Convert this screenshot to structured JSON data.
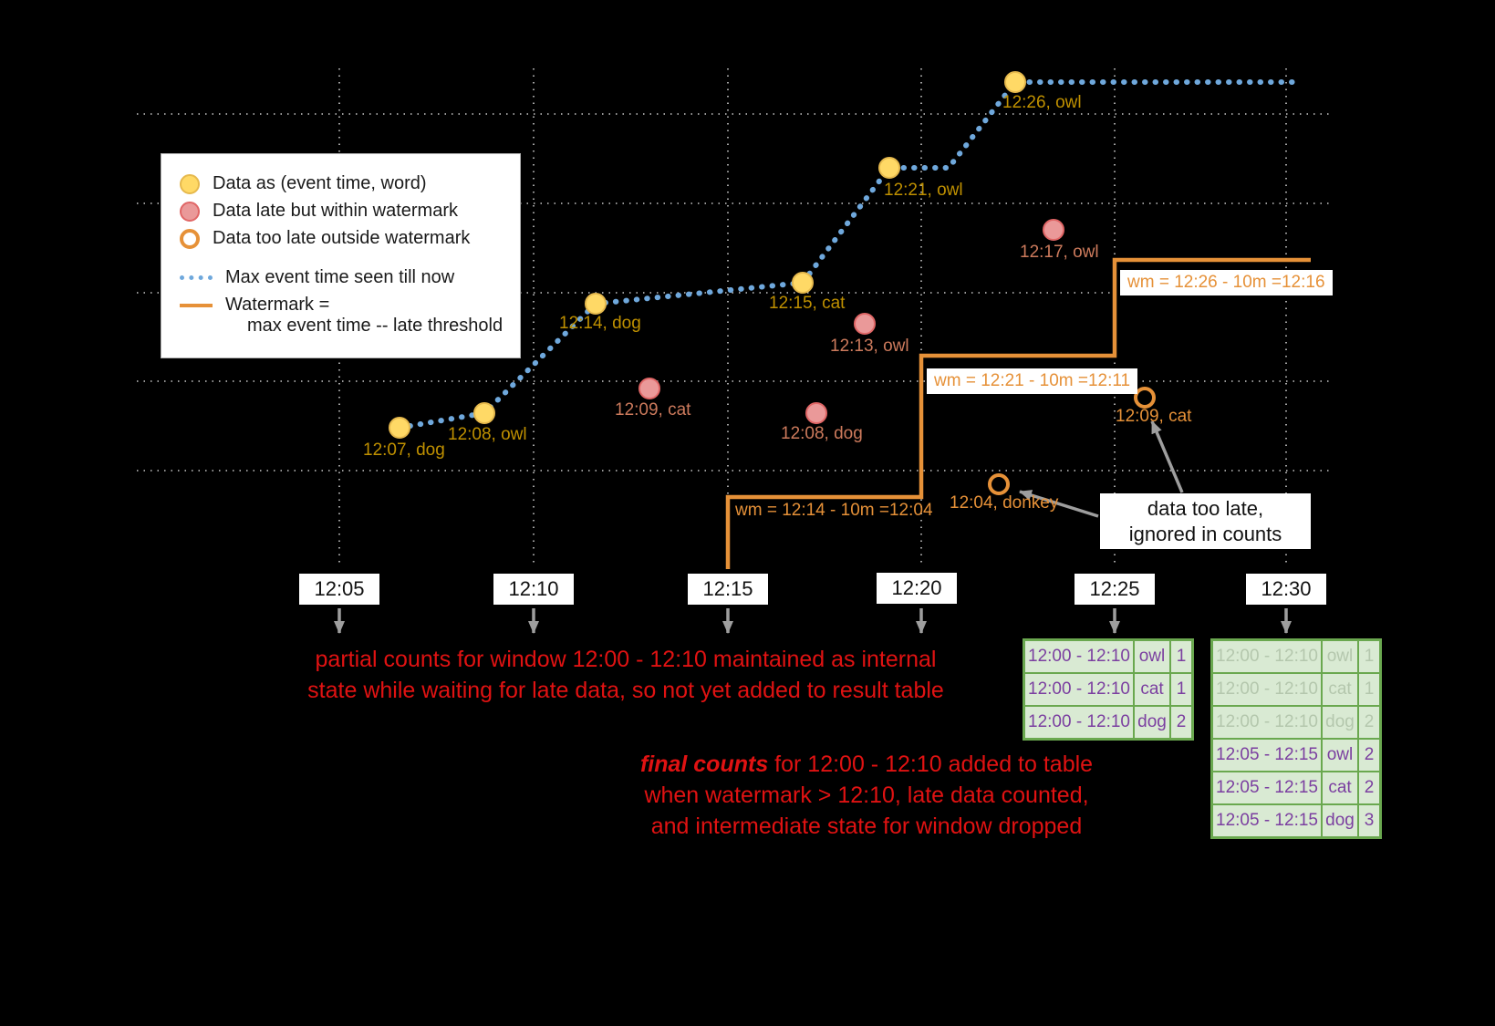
{
  "colors": {
    "background": "#000000",
    "grid": "#efefef",
    "max_event_line": "#6fa8dc",
    "watermark_line": "#e69138",
    "point_ontime_fill": "#ffd966",
    "point_ontime_label": "#bf9000",
    "point_late_fill": "#ea9999",
    "point_late_stroke": "#e06666",
    "point_late_label": "#cc7a5c",
    "point_toolate_stroke": "#e69138",
    "point_toolate_label": "#e69138",
    "annotation_red": "#e01212",
    "table_border": "#6aa84f",
    "table_bg": "#d9ead3",
    "table_text": "#7b3fa0",
    "table_text_faded": "#b4c7ad",
    "arrow_gray": "#9e9e9e"
  },
  "legend": {
    "ontime": "Data as (event time, word)",
    "late": "Data late but within watermark",
    "toolate": "Data too late outside watermark",
    "max_event": "Max event time seen till now",
    "watermark_line1": "Watermark =",
    "watermark_line2": "max event time -- late threshold"
  },
  "points": {
    "ontime": [
      {
        "label": "12:07, dog"
      },
      {
        "label": "12:08, owl"
      },
      {
        "label": "12:14, dog"
      },
      {
        "label": "12:15, cat"
      },
      {
        "label": "12:21, owl"
      },
      {
        "label": "12:26, owl"
      }
    ],
    "late": [
      {
        "label": "12:09, cat"
      },
      {
        "label": "12:08, dog"
      },
      {
        "label": "12:13, owl"
      },
      {
        "label": "12:17, owl"
      }
    ],
    "toolate": [
      {
        "label": "12:04, donkey"
      },
      {
        "label": "12:09, cat"
      }
    ]
  },
  "watermark_labels": [
    "wm = 12:14 - 10m =12:04",
    "wm = 12:21 - 10m =12:11",
    "wm = 12:26 - 10m =12:16"
  ],
  "axis": {
    "ticks": [
      "12:05",
      "12:10",
      "12:15",
      "12:20",
      "12:25",
      "12:30"
    ]
  },
  "annotations": {
    "toolate_line1": "data too late,",
    "toolate_line2": "ignored in counts",
    "partial_line1": "partial counts for window 12:00 - 12:10 maintained as internal",
    "partial_line2": "state while waiting for late data, so not yet added  to result table",
    "final_em": "final counts",
    "final_rest": " for 12:00 - 12:10 added to table",
    "final_line2": "when watermark > 12:10, late data counted,",
    "final_line3": "and intermediate state for window dropped"
  },
  "result_table_1": {
    "rows": [
      {
        "window": "12:00 - 12:10",
        "word": "owl",
        "count": "1"
      },
      {
        "window": "12:00 - 12:10",
        "word": "cat",
        "count": "1"
      },
      {
        "window": "12:00 - 12:10",
        "word": "dog",
        "count": "2"
      }
    ]
  },
  "result_table_2": {
    "rows": [
      {
        "window": "12:00 - 12:10",
        "word": "owl",
        "count": "1"
      },
      {
        "window": "12:00 - 12:10",
        "word": "cat",
        "count": "1"
      },
      {
        "window": "12:00 - 12:10",
        "word": "dog",
        "count": "2"
      },
      {
        "window": "12:05 - 12:15",
        "word": "owl",
        "count": "2"
      },
      {
        "window": "12:05 - 12:15",
        "word": "cat",
        "count": "2"
      },
      {
        "window": "12:05 - 12:15",
        "word": "dog",
        "count": "3"
      }
    ]
  }
}
